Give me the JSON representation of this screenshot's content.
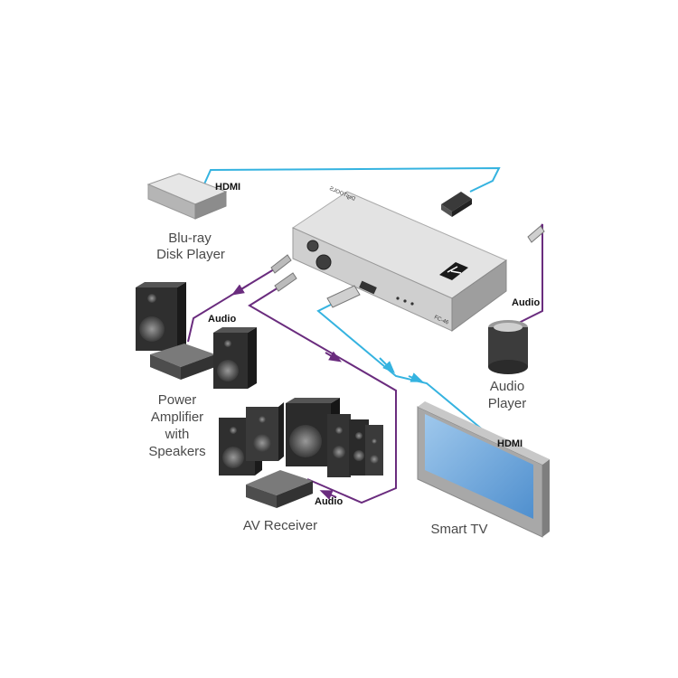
{
  "labels": {
    "bluray": [
      "Blu-ray",
      "Disk Player"
    ],
    "power_amp": [
      "Power",
      "Amplifier",
      "with",
      "Speakers"
    ],
    "av_receiver": "AV Receiver",
    "smart_tv": "Smart TV",
    "audio_player": [
      "Audio",
      "Player"
    ]
  },
  "connections": {
    "hdmi_in": "HDMI",
    "hdmi_out": "HDMI",
    "audio_in": "Audio",
    "audio_amp": "Audio",
    "audio_av": "Audio"
  },
  "device": {
    "brand": "DigiTOOLS",
    "model": "FC-46",
    "logo": "kramer-k-logo"
  },
  "colors": {
    "hdmi": "#35b3e0",
    "audio": "#6a2c7e",
    "device": "#d9d9d9"
  }
}
